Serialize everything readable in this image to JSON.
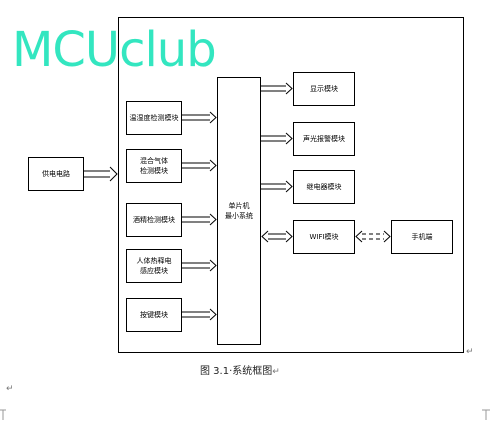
{
  "watermark": "MCUclub",
  "caption": "图 3.1·系统框图",
  "paragraph_mark": "↵",
  "diagram": {
    "power": "供电电路",
    "mcu": "单片机\n最小系统",
    "left_modules": [
      "温湿度检测模块",
      "混合气体\n检测模块",
      "酒精检测模块",
      "人体热释电\n感应模块",
      "按键模块"
    ],
    "right_modules": [
      "显示模块",
      "声光报警模块",
      "继电器模块",
      "WIFI模块"
    ],
    "phone": "手机端"
  }
}
